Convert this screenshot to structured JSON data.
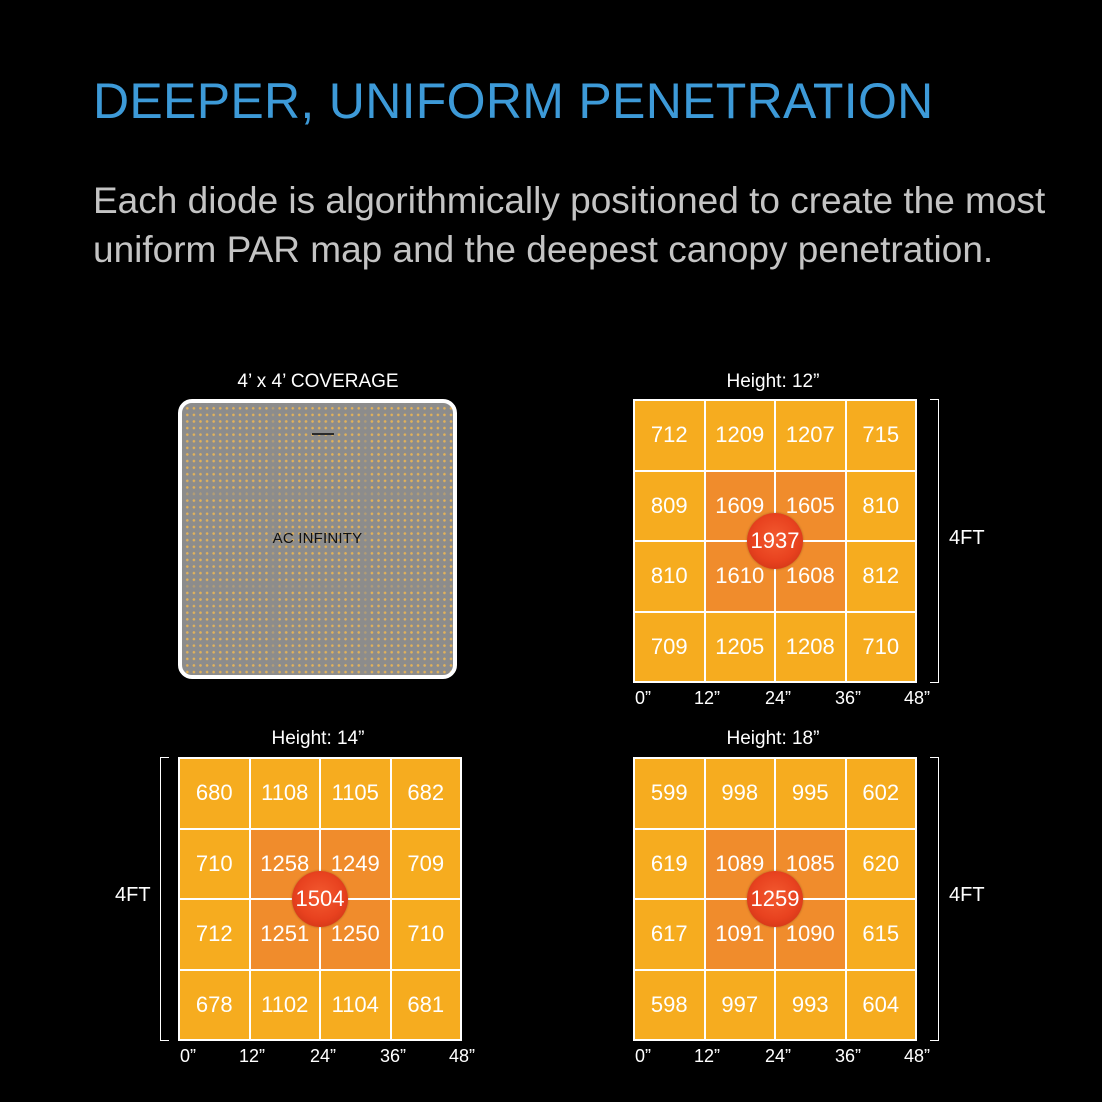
{
  "title": "DEEPER, UNIFORM PENETRATION",
  "subtitle": "Each diode is algorithmically positioned to create the most uniform PAR map and the deepest canopy penetration.",
  "coverage": {
    "label": "4’ x 4’ COVERAGE",
    "brand": "AC INFINITY"
  },
  "colors": {
    "title": "#3d9ad8",
    "cell_outer": "#f6ac1f",
    "cell_inner": "#f08c2c",
    "peak": "#e8421f"
  },
  "axis_ticks": [
    "0”",
    "12”",
    "24”",
    "36”",
    "48”"
  ],
  "side_label": "4FT",
  "maps": [
    {
      "label": "Height: 12”",
      "peak": "1937",
      "grid": [
        [
          "712",
          "1209",
          "1207",
          "715"
        ],
        [
          "809",
          "1609",
          "1605",
          "810"
        ],
        [
          "810",
          "1610",
          "1608",
          "812"
        ],
        [
          "709",
          "1205",
          "1208",
          "710"
        ]
      ]
    },
    {
      "label": "Height: 14”",
      "peak": "1504",
      "grid": [
        [
          "680",
          "1108",
          "1105",
          "682"
        ],
        [
          "710",
          "1258",
          "1249",
          "709"
        ],
        [
          "712",
          "1251",
          "1250",
          "710"
        ],
        [
          "678",
          "1102",
          "1104",
          "681"
        ]
      ]
    },
    {
      "label": "Height: 18”",
      "peak": "1259",
      "grid": [
        [
          "599",
          "998",
          "995",
          "602"
        ],
        [
          "619",
          "1089",
          "1085",
          "620"
        ],
        [
          "617",
          "1091",
          "1090",
          "615"
        ],
        [
          "598",
          "997",
          "993",
          "604"
        ]
      ]
    }
  ]
}
